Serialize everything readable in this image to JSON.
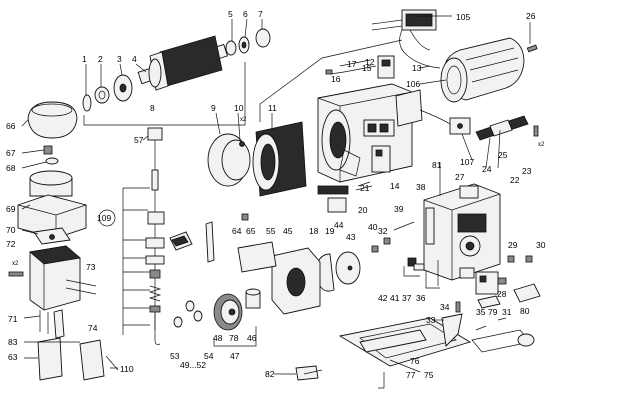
{
  "callouts": {
    "c1": "1",
    "c2": "2",
    "c3": "3",
    "c4": "4",
    "c5": "5",
    "c6": "6",
    "c7": "7",
    "c8": "8",
    "c9": "9",
    "c10": "10",
    "c11": "11",
    "c12": "12",
    "c13": "13",
    "c14": "14",
    "c15": "15",
    "c16": "16",
    "c17": "17",
    "c18": "18",
    "c19": "19",
    "c20": "20",
    "c21": "21",
    "c22": "22",
    "c23": "23",
    "c24": "24",
    "c25": "25",
    "c26": "26",
    "c27": "27",
    "c28": "28",
    "c29": "29",
    "c30": "30",
    "c31": "31",
    "c32": "32",
    "c33": "33",
    "c34": "34",
    "c35": "35",
    "c36": "36",
    "c37": "37",
    "c38": "38",
    "c39": "39",
    "c40": "40",
    "c41": "41",
    "c42": "42",
    "c43": "43",
    "c44": "44",
    "c45": "45",
    "c46": "46",
    "c47": "47",
    "c48": "48",
    "c49_52": "49...52",
    "c53": "53",
    "c54": "54",
    "c55": "55",
    "c57": "57",
    "c63": "63",
    "c64": "64",
    "c65": "65",
    "c66": "66",
    "c67": "67",
    "c68": "68",
    "c69": "69",
    "c70": "70",
    "c71": "71",
    "c72": "72",
    "c73": "73",
    "c74": "74",
    "c75": "75",
    "c76": "76",
    "c77": "77",
    "c78": "78",
    "c79": "79",
    "c80": "80",
    "c81": "81",
    "c82": "82",
    "c83": "83",
    "c105": "105",
    "c106": "106",
    "c107": "107",
    "c109": "109",
    "c110": "110"
  },
  "multiplier": "x2"
}
